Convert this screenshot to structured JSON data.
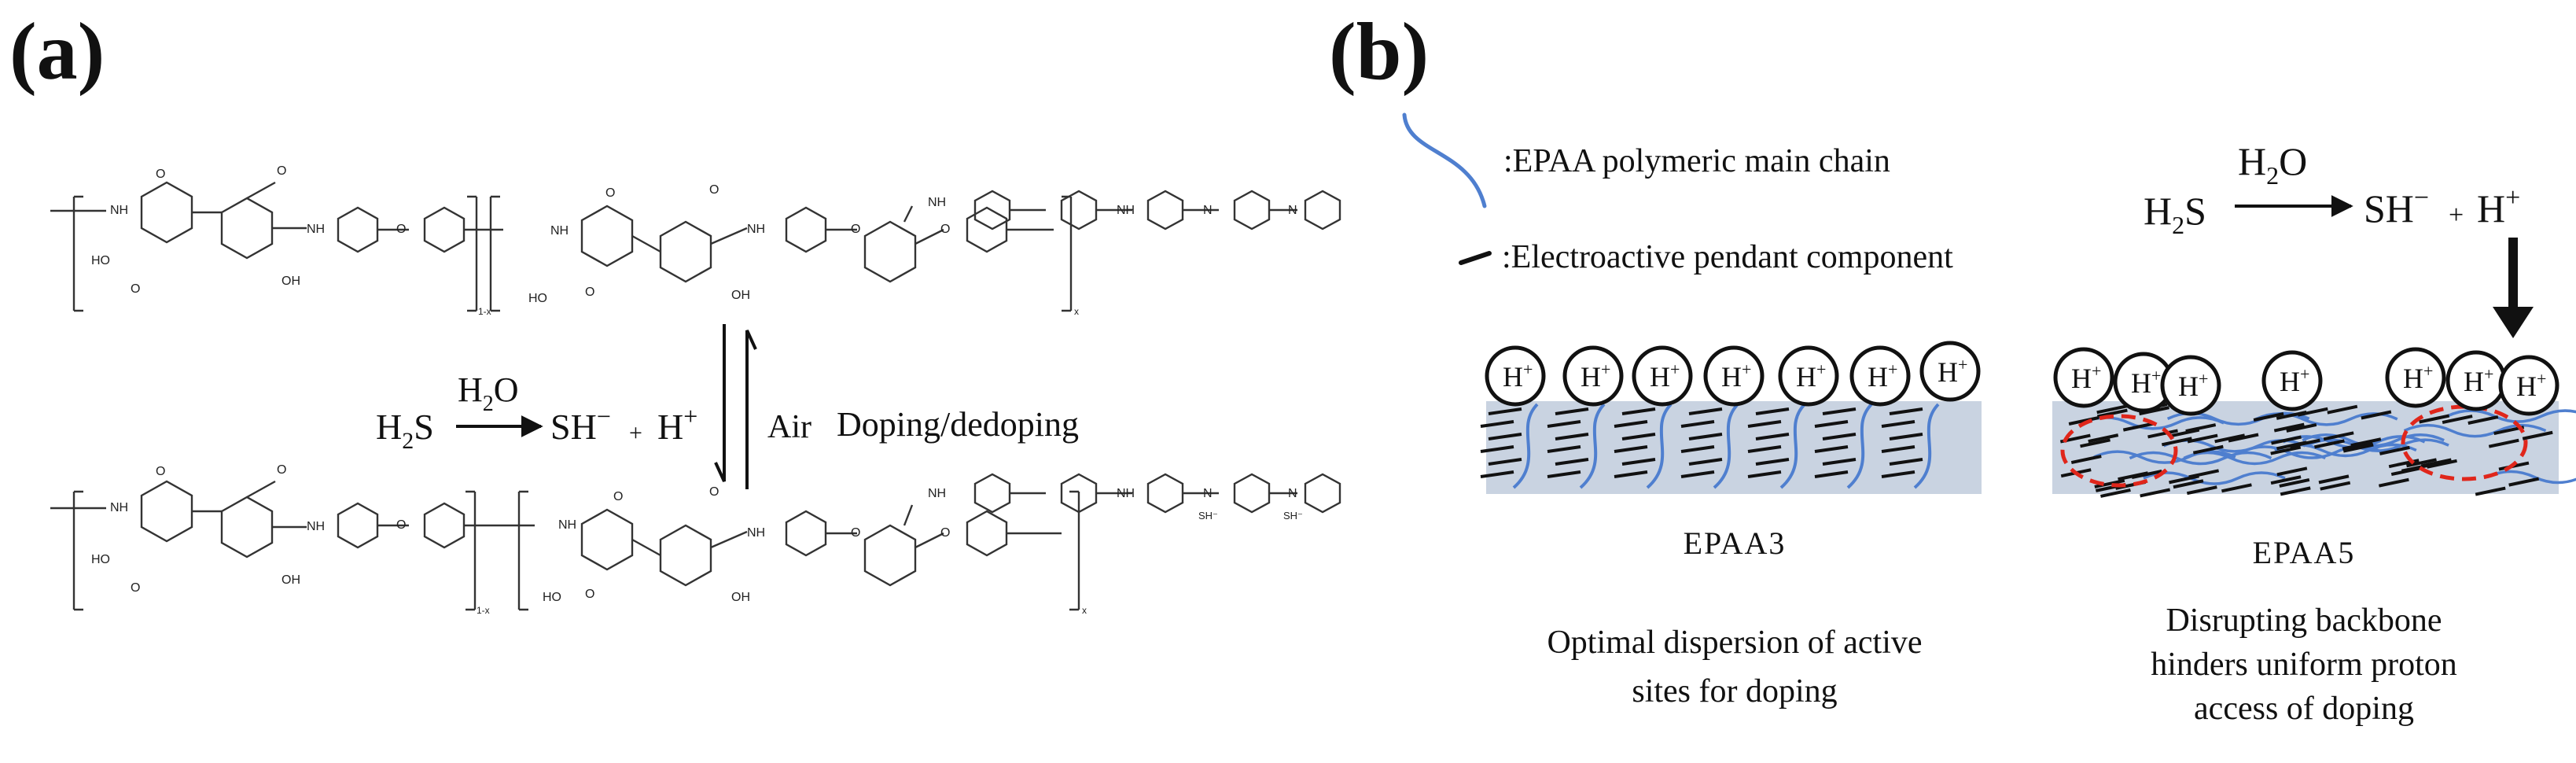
{
  "panel_a": {
    "label": "(a)",
    "top_structure": {
      "group_labels": [
        "NH",
        "O",
        "HO",
        "O",
        "OH",
        "O",
        "NH",
        "O",
        "NH",
        "O",
        "HO",
        "O",
        "OH",
        "O",
        "NH",
        "NH",
        "O",
        "O",
        "NH",
        "N",
        "N"
      ],
      "subscripts": [
        "1-x",
        "x"
      ]
    },
    "reaction": {
      "reactant": "H",
      "reactant_sub": "2",
      "reactant_tail": "S",
      "reagent": "H",
      "reagent_sub": "2",
      "reagent_tail": "O",
      "product1": "SH",
      "product1_sup": "−",
      "plus": "+",
      "product2": "H",
      "product2_sup": "+",
      "reverse_label": "Air",
      "process_label": "Doping/dedoping"
    },
    "bottom_structure": {
      "group_labels": [
        "NH",
        "O",
        "HO",
        "O",
        "OH",
        "O",
        "NH",
        "O",
        "NH",
        "O",
        "HO",
        "O",
        "OH",
        "O",
        "NH",
        "NH",
        "O",
        "O",
        "NH",
        "N",
        "SH⁻",
        "N",
        "SH⁻"
      ],
      "subscripts": [
        "1-x",
        "x"
      ]
    }
  },
  "panel_b": {
    "label": "(b)",
    "legend": {
      "main_chain": ":EPAA polymeric main chain",
      "pendant": ":Electroactive pendant component"
    },
    "reaction": {
      "reactant": "H",
      "reactant_sub": "2",
      "reactant_tail": "S",
      "reagent": "H",
      "reagent_sub": "2",
      "reagent_tail": "O",
      "product1": "SH",
      "product1_sup": "−",
      "plus": "+",
      "product2": "H",
      "product2_sup": "+"
    },
    "proton_label": "H",
    "proton_sup": "+",
    "left_sample": {
      "name": "EPAA3",
      "caption_lines": [
        "Optimal dispersion of active",
        "sites for doping"
      ]
    },
    "right_sample": {
      "name": "EPAA5",
      "caption_lines": [
        "Disrupting backbone",
        "hinders uniform proton",
        "access of doping"
      ]
    },
    "colors": {
      "chain": "#4f7fcf",
      "film": "#c9d3e1",
      "cluster": "#e0261b"
    }
  }
}
